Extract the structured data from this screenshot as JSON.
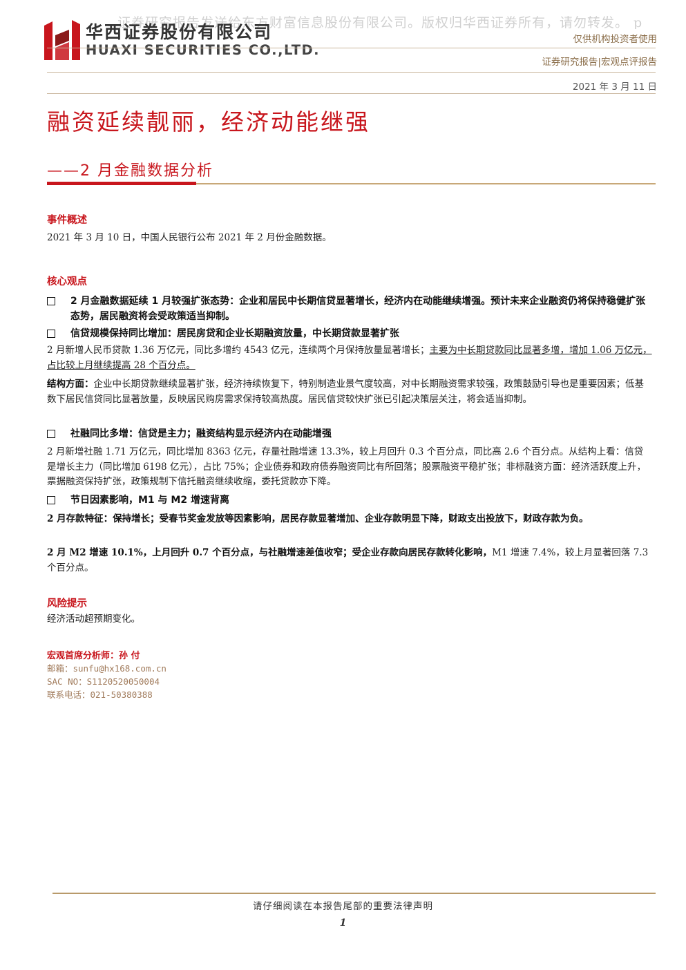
{
  "watermark": "证券研究报告发送给东方财富信息股份有限公司。版权归华西证券所有，请勿转发。 p",
  "logo": {
    "name_cn": "华西证券股份有限公司",
    "name_en": "HUAXI SECURITIES CO.,LTD.",
    "colors": {
      "red": "#c8161d",
      "dark_red": "#8b1a1a"
    }
  },
  "header": {
    "audience": "仅供机构投资者使用",
    "report_type": "证券研究报告|宏观点评报告",
    "date": "2021 年 3 月 11 日"
  },
  "title": "融资延续靓丽，经济动能继强",
  "subtitle": "——2 月金融数据分析",
  "event": {
    "heading": "事件概述",
    "text": "2021 年 3 月 10 日，中国人民银行公布 2021 年 2 月份金融数据。"
  },
  "core": {
    "heading": "核心观点",
    "b1": "2 月金融数据延续 1 月较强扩张态势：企业和居民中长期信贷显著增长，经济内在动能继续增强。预计未来企业融资仍将保持稳健扩张态势，居民融资将会受政策适当抑制。",
    "b2": "信贷规模保持同比增加：居民房贷和企业长期融资放量，中长期贷款显著扩张",
    "p2_plain": "2 月新增人民币贷款 1.36 万亿元，同比多增约 4543 亿元，连续两个月保持放量显著增长；",
    "p2_underline": "主要为中长期贷款同比显著多增，增加 1.06 万亿元，占比较上月继续提高 28 个百分点。",
    "p3_label": "结构方面：",
    "p3_text": "企业中长期贷款继续显著扩张，经济持续恢复下，特别制造业景气度较高，对中长期融资需求较强，政策鼓励引导也是重要因素；低基数下居民信贷同比显著放量，反映居民购房需求保持较高热度。居民信贷较快扩张已引起决策层关注，将会适当抑制。",
    "b3": "社融同比多增：信贷是主力；融资结构显示经济内在动能增强",
    "p4": "2 月新增社融 1.71 万亿元，同比增加 8363 亿元，存量社融增速 13.3%，较上月回升 0.3 个百分点，同比高 2.6 个百分点。从结构上看：信贷是增长主力（同比增加 6198 亿元），占比 75%；企业债券和政府债券融资同比有所回落；股票融资平稳扩张；非标融资方面：经济活跃度上升，票据融资保持扩张，政策规制下信托融资继续收缩，委托贷款亦下降。",
    "b4": "节日因素影响，M1 与 M2 增速背离",
    "p5": "2 月存款特征：保持增长；受春节奖金发放等因素影响，居民存款显著增加、企业存款明显下降，财政支出投放下，财政存款为负。",
    "p6_bold": "2 月 M2 增速 10.1%，上月回升 0.7 个百分点，与社融增速差值收窄；受企业存款向居民存款转化影响，",
    "p6_plain": "M1 增速 7.4%，较上月显著回落 7.3 个百分点。"
  },
  "risk": {
    "heading": "风险提示",
    "text": "经济活动超预期变化。"
  },
  "analyst": {
    "title": "宏观首席分析师：孙 付",
    "email": "邮箱：sunfu@hx168.com.cn",
    "sac": "SAC NO：S1120520050004",
    "phone": "联系电话：021-50380388"
  },
  "footer": {
    "notice": "请仔细阅读在本报告尾部的重要法律声明",
    "page": "1"
  }
}
